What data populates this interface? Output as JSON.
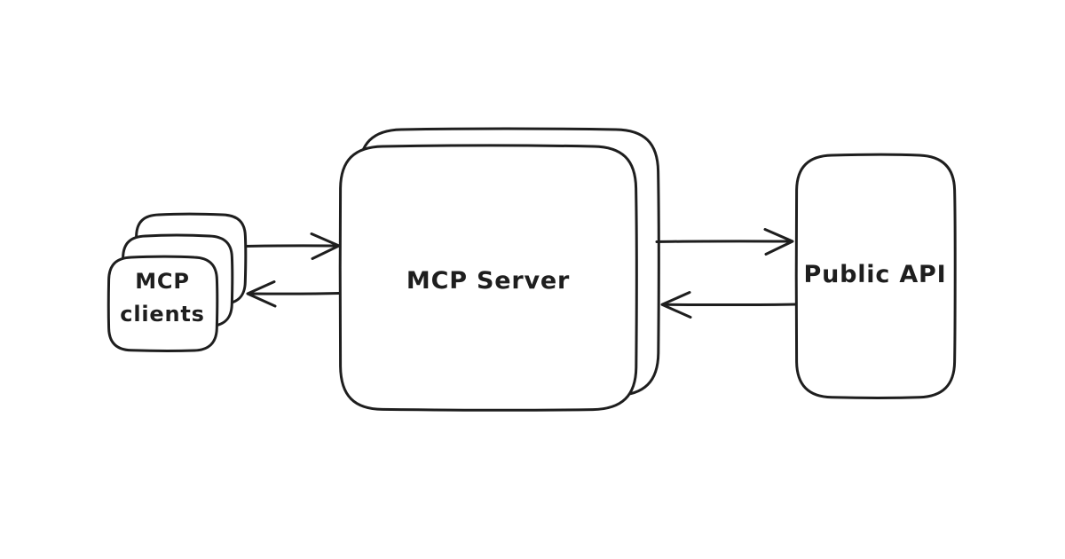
{
  "canvas": {
    "background_color": "#ffffff",
    "ink_color": "#1e1e1e",
    "style": "hand-drawn-sketch"
  },
  "diagram": {
    "nodes": {
      "clients": {
        "label_line1": "MCP",
        "label_line2": "clients",
        "shape": "stacked-rounded-cards",
        "stack_count": 3
      },
      "server": {
        "label": "MCP Server",
        "shape": "stacked-rounded-rect",
        "stack_count": 2
      },
      "api": {
        "label": "Public API",
        "shape": "rounded-rect"
      }
    },
    "edges": [
      {
        "from": "MCP clients",
        "to": "MCP Server",
        "direction": "right"
      },
      {
        "from": "MCP Server",
        "to": "MCP clients",
        "direction": "left"
      },
      {
        "from": "MCP Server",
        "to": "Public API",
        "direction": "right"
      },
      {
        "from": "Public API",
        "to": "MCP Server",
        "direction": "left"
      }
    ]
  }
}
